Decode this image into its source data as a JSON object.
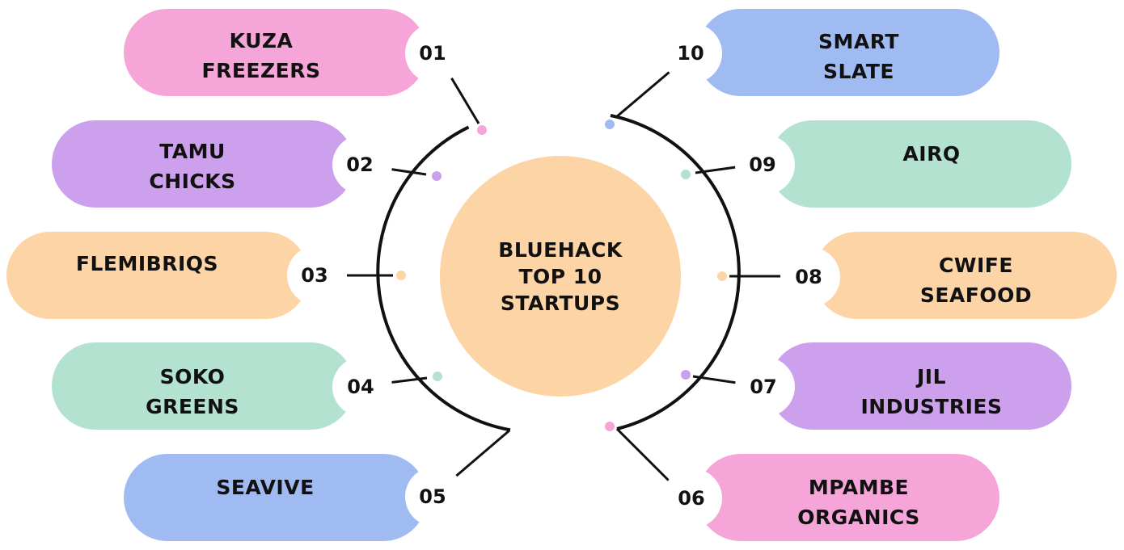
{
  "center": {
    "label": "BLUEHACK\nTOP 10\nSTARTUPS",
    "color": "#fdd4a5"
  },
  "colors": {
    "pink": "#f6a5d8",
    "purple": "#cca0ed",
    "peach": "#fdd4a5",
    "mint": "#b3e3d0",
    "blue": "#a0bbf2"
  },
  "startups": [
    {
      "number": "01",
      "name": "KUZA\nFREEZERS",
      "color": "pink"
    },
    {
      "number": "02",
      "name": "TAMU\nCHICKS",
      "color": "purple"
    },
    {
      "number": "03",
      "name": "FLEMIBRIQS",
      "color": "peach"
    },
    {
      "number": "04",
      "name": "SOKO\nGREENS",
      "color": "mint"
    },
    {
      "number": "05",
      "name": "SEAVIVE",
      "color": "blue"
    },
    {
      "number": "06",
      "name": "MPAMBE\nORGANICS",
      "color": "pink"
    },
    {
      "number": "07",
      "name": "JIL\nINDUSTRIES",
      "color": "purple"
    },
    {
      "number": "08",
      "name": "CWIFE\nSEAFOOD",
      "color": "peach"
    },
    {
      "number": "09",
      "name": "AIRQ",
      "color": "mint"
    },
    {
      "number": "10",
      "name": "SMART\nSLATE",
      "color": "blue"
    }
  ]
}
